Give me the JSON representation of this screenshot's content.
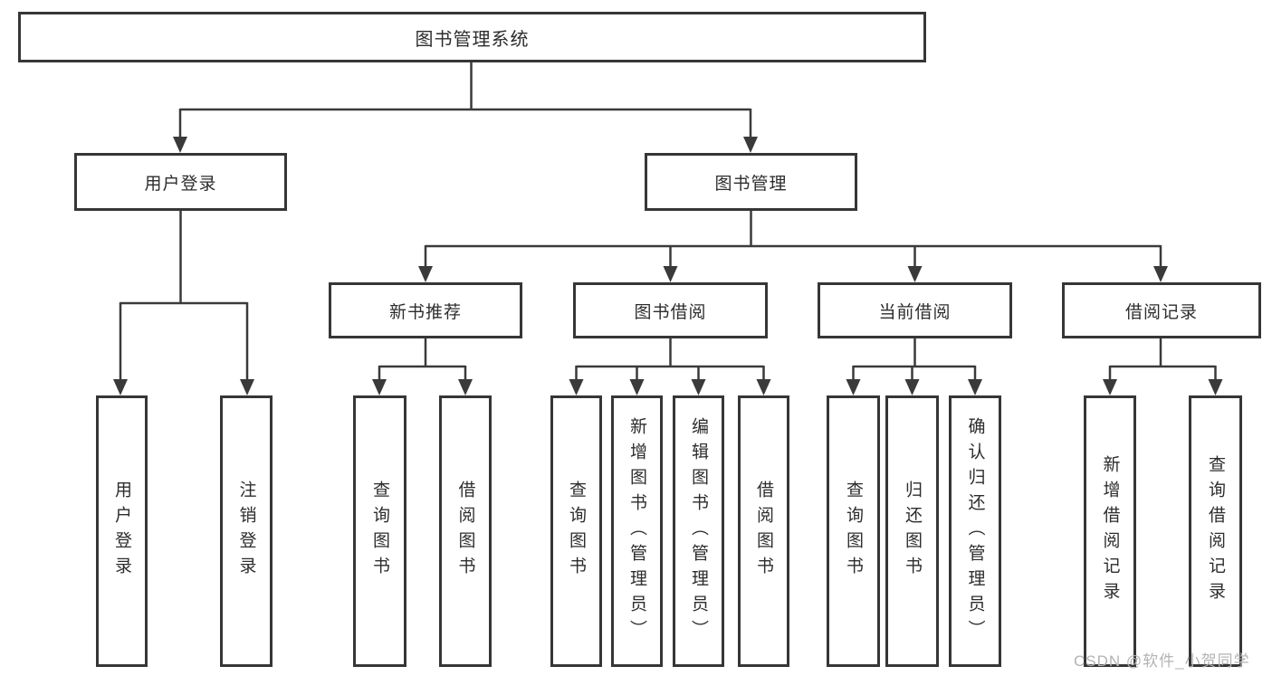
{
  "diagram": {
    "line_color": "#3a3a3a",
    "root": {
      "label": "图书管理系统"
    },
    "level2": {
      "user_login": {
        "label": "用户登录"
      },
      "book_mgmt": {
        "label": "图书管理"
      }
    },
    "level3": {
      "new_book_rec": {
        "label": "新书推荐"
      },
      "book_borrow": {
        "label": "图书借阅"
      },
      "current_borrow": {
        "label": "当前借阅"
      },
      "borrow_record": {
        "label": "借阅记录"
      }
    },
    "leaves": {
      "user_login_leaf": {
        "label": "用户登录"
      },
      "logout": {
        "label": "注销登录"
      },
      "rec_query_book": {
        "label": "查询图书"
      },
      "rec_borrow_book": {
        "label": "借阅图书"
      },
      "bb_query_book": {
        "label": "查询图书"
      },
      "bb_add_book": {
        "label": "新增图书（管理员）"
      },
      "bb_edit_book": {
        "label": "编辑图书（管理员）"
      },
      "bb_borrow_book": {
        "label": "借阅图书"
      },
      "cur_query_book": {
        "label": "查询图书"
      },
      "cur_return_book": {
        "label": "归还图书"
      },
      "cur_confirm_return": {
        "label": "确认归还（管理员）"
      },
      "br_add_record": {
        "label": "新增借阅记录"
      },
      "br_query_record": {
        "label": "查询借阅记录"
      }
    }
  },
  "watermark": {
    "text": "CSDN @软件_小贺同学",
    "color": "#b3b3b3"
  }
}
